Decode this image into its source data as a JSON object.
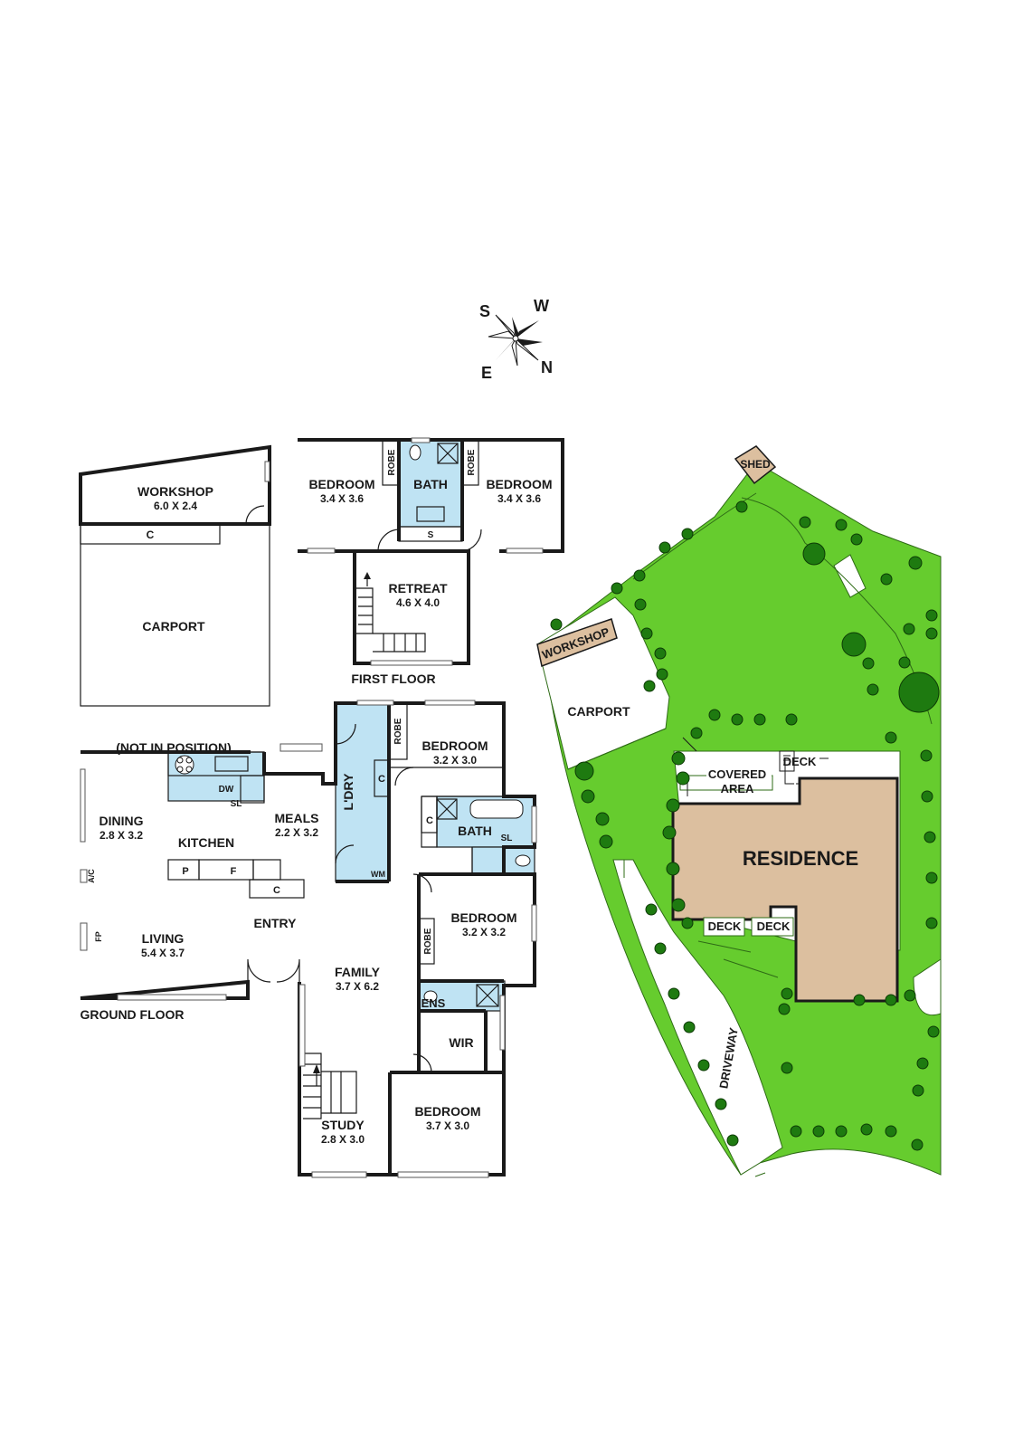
{
  "compass": {
    "s": "S",
    "w": "W",
    "e": "E",
    "n": "N"
  },
  "outbuildings": {
    "workshop": {
      "name": "WORKSHOP",
      "dims": "6.0 X 2.4"
    },
    "cupboard": "C",
    "carport": {
      "name": "CARPORT"
    },
    "note": "(NOT IN POSITION)"
  },
  "first_floor": {
    "title": "FIRST FLOOR",
    "bedroom_left": {
      "name": "BEDROOM",
      "dims": "3.4 X 3.6"
    },
    "bedroom_right": {
      "name": "BEDROOM",
      "dims": "3.4 X 3.6"
    },
    "robe_left": "ROBE",
    "robe_right": "ROBE",
    "bath": "BATH",
    "shower": "S",
    "retreat": {
      "name": "RETREAT",
      "dims": "4.6 X 4.0"
    }
  },
  "ground_floor": {
    "title": "GROUND FLOOR",
    "dining": {
      "name": "DINING",
      "dims": "2.8 X 3.2"
    },
    "kitchen": "KITCHEN",
    "dw": "DW",
    "sl_kitchen": "SL",
    "pantry": "P",
    "fridge": "F",
    "cupboard_kitchen": "C",
    "meals": {
      "name": "MEALS",
      "dims": "2.2 X 3.2"
    },
    "ac": "A/C",
    "fp": "FP",
    "living": {
      "name": "LIVING",
      "dims": "5.4 X 3.7"
    },
    "entry": "ENTRY",
    "laundry": "L'DRY",
    "wm": "WM",
    "bedroom1": {
      "name": "BEDROOM",
      "dims": "3.2 X 3.0"
    },
    "robe1": "ROBE",
    "cupboard1": "C",
    "cupboard2": "C",
    "bath": "BATH",
    "sl_bath": "SL",
    "bedroom2": {
      "name": "BEDROOM",
      "dims": "3.2 X 3.2"
    },
    "robe2": "ROBE",
    "family": {
      "name": "FAMILY",
      "dims": "3.7 X 6.2"
    },
    "ens": "ENS",
    "wir": "WIR",
    "study": {
      "name": "STUDY",
      "dims": "2.8 X 3.0"
    },
    "bedroom3": {
      "name": "BEDROOM",
      "dims": "3.7 X 3.0"
    }
  },
  "site": {
    "shed": "SHED",
    "workshop": "WORKSHOP",
    "carport": "CARPORT",
    "deck_top": "DECK",
    "covered_area": [
      "COVERED",
      "AREA"
    ],
    "residence": "RESIDENCE",
    "deck_left": "DECK",
    "deck_right": "DECK",
    "driveway": "DRIVEWAY"
  },
  "colors": {
    "lawn": "#66cc2e",
    "tree": "#1e7a10",
    "residence": "#dcbf9f",
    "wet_area": "#bfe3f3",
    "wall": "#1a1a1a"
  }
}
